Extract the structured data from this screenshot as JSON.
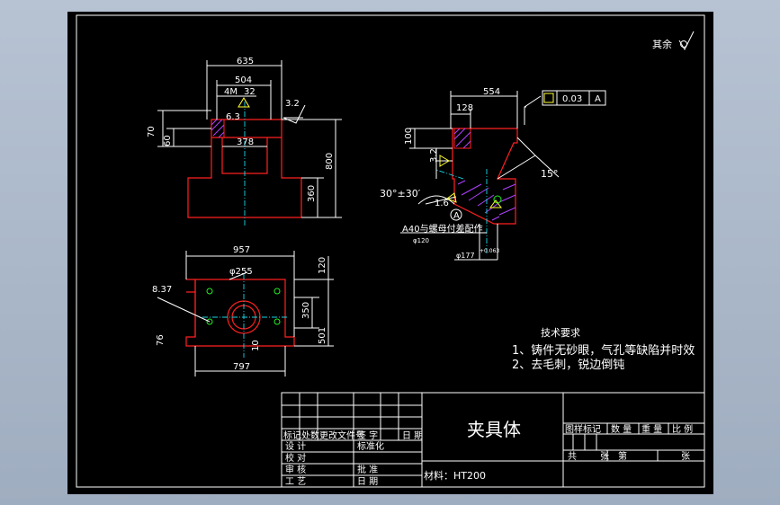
{
  "dims": {
    "top_w635": "635",
    "top_w504": "504",
    "top_4M": "4M",
    "top_32": "32",
    "top_63": "6.3",
    "top_378": "378",
    "top_rough": "3.2",
    "left_a": "70",
    "left_b": "60",
    "right_h": "800",
    "right_h2": "360",
    "plan_957": "957",
    "plan_phi": "φ255",
    "plan_837": "8.37",
    "plan_797": "797",
    "plan_76": "76",
    "plan_120": "120",
    "plan_350": "350",
    "plan_501": "501",
    "plan_10": "10",
    "sec_554": "554",
    "sec_128": "128",
    "sec_tol": "0.03",
    "sec_datum": "A",
    "sec_100": "100",
    "sec_32": "3.2",
    "sec_15": "15°",
    "sec_30": "30°±30′",
    "sec_16": "1.6",
    "sec_A": "A",
    "sec_note": "A40与螺母付差配作",
    "sec_phi": "φ177",
    "sec_phi_tol": "+0.063",
    "sec_d120": "φ120"
  },
  "rest": "其余",
  "notes": {
    "title": "技术要求",
    "line1": "1、铸件无砂眼，气孔等缺陷并时效",
    "line2": "2、去毛刺，锐边倒钝"
  },
  "titleblock": {
    "part_name": "夹具体",
    "material": "材料：HT200",
    "row_marks": [
      "标记",
      "处数",
      "更改文件号",
      "签 字",
      "日 期"
    ],
    "design": "设 计",
    "standard": "标准化",
    "check": "校 对",
    "review": "审 核",
    "approve": "批 准",
    "process": "工 艺",
    "date": "日 期",
    "graph_mark": "图样标记",
    "qty": "数 量",
    "weight": "重 量",
    "scale": "比 例",
    "total": "共",
    "sheet": "张",
    "no": "第",
    "sheet2": "张"
  }
}
